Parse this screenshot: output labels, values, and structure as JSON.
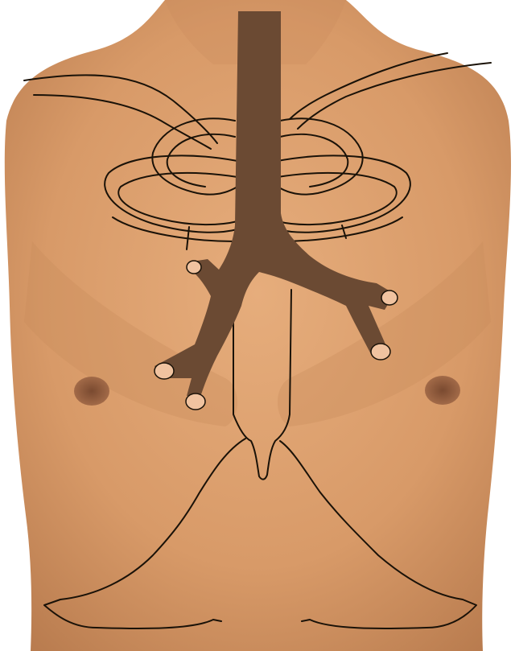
{
  "figure": {
    "subject": "torso-airway-overlay",
    "colors": {
      "background": "#ffffff",
      "skin": "#d89a68",
      "skin_light": "#e6ad7c",
      "skin_shadow": "#b97c4f",
      "nipple": "#8c5638",
      "airway_fill": "#6b4a33",
      "bronchus_opening": "#f0c3a0",
      "outline_stroke": "#1a1208"
    },
    "structures": [
      {
        "id": "trachea",
        "icon": "trachea-shape"
      },
      {
        "id": "left-main-bronchus",
        "icon": "bronchus-shape"
      },
      {
        "id": "right-main-bronchus",
        "icon": "bronchus-shape"
      },
      {
        "id": "clavicle-outlines",
        "icon": "outline-curve"
      },
      {
        "id": "rib-outlines",
        "icon": "outline-curve"
      },
      {
        "id": "sternum-outline",
        "icon": "outline-curve"
      },
      {
        "id": "costal-margin-outline",
        "icon": "outline-curve"
      }
    ]
  }
}
